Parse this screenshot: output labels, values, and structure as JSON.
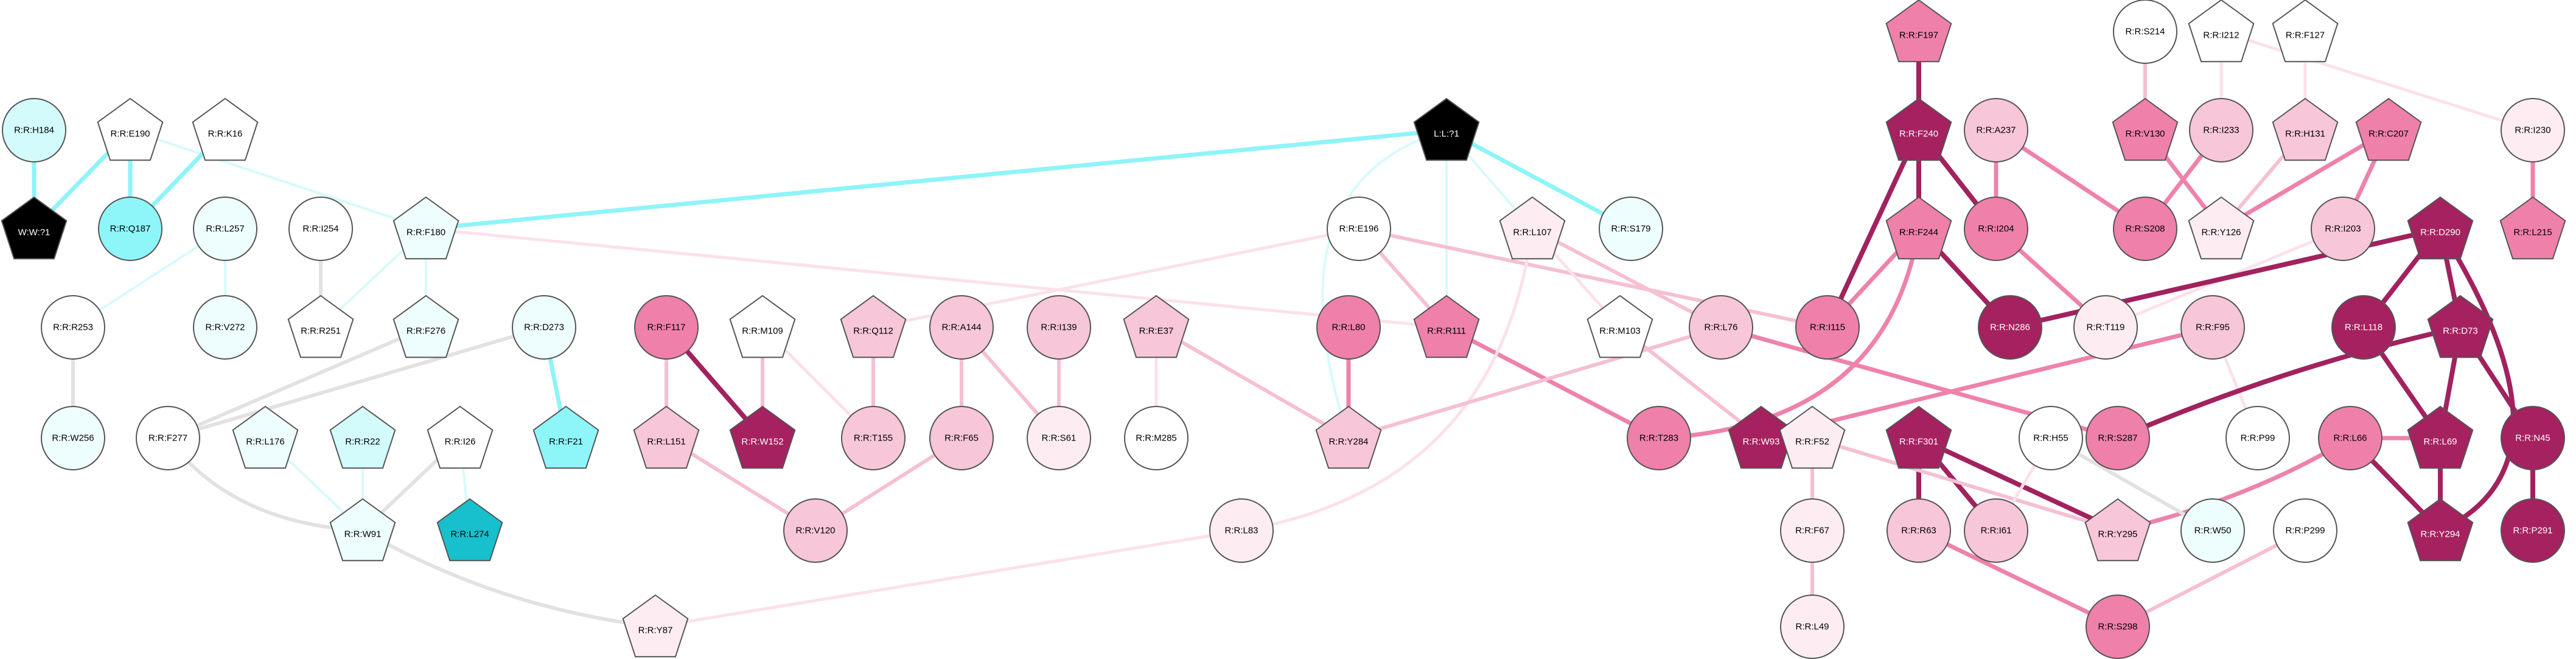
{
  "colors": {
    "black": "#000000",
    "white": "#ffffff",
    "cyan_dark": "#17c0cc",
    "cyan_mid": "#8ef6f9",
    "cyan_light": "#d3fbfc",
    "cyan_pale": "#eefdfd",
    "pink_pale": "#fdedf2",
    "pink_light": "#f8c6d9",
    "pink_mid": "#ef80aa",
    "magenta_dark": "#a5215f",
    "edge_gray": "#e2e2e2",
    "edge_cyan": "#8ef4f8",
    "edge_cyan_light": "#d7fafb",
    "edge_pink_pale": "#fce1ea",
    "edge_pink_light": "#f6bfd2",
    "edge_pink_mid": "#ee82ab",
    "edge_magenta": "#a1225e"
  },
  "nodes": [
    {
      "id": "R:R:F197",
      "shape": "pentagon",
      "color": "pink_mid"
    },
    {
      "id": "R:R:S214",
      "shape": "circle",
      "color": "white"
    },
    {
      "id": "R:R:I212",
      "shape": "pentagon",
      "color": "white"
    },
    {
      "id": "R:R:F127",
      "shape": "pentagon",
      "color": "white"
    },
    {
      "id": "R:R:F240",
      "shape": "pentagon",
      "color": "magenta_dark"
    },
    {
      "id": "R:R:A237",
      "shape": "circle",
      "color": "pink_light"
    },
    {
      "id": "R:R:V130",
      "shape": "pentagon",
      "color": "pink_mid"
    },
    {
      "id": "R:R:I233",
      "shape": "circle",
      "color": "pink_light"
    },
    {
      "id": "R:R:H131",
      "shape": "pentagon",
      "color": "pink_light"
    },
    {
      "id": "R:R:C207",
      "shape": "pentagon",
      "color": "pink_mid"
    },
    {
      "id": "R:R:I230",
      "shape": "circle",
      "color": "pink_pale"
    },
    {
      "id": "L:L:?1",
      "shape": "pentagon",
      "color": "black"
    },
    {
      "id": "R:R:H184",
      "shape": "circle",
      "color": "cyan_light"
    },
    {
      "id": "R:R:E190",
      "shape": "pentagon",
      "color": "white"
    },
    {
      "id": "R:R:K16",
      "shape": "pentagon",
      "color": "white"
    },
    {
      "id": "W:W:?1",
      "shape": "pentagon",
      "color": "black"
    },
    {
      "id": "R:R:Q187",
      "shape": "circle",
      "color": "cyan_mid"
    },
    {
      "id": "R:R:L257",
      "shape": "circle",
      "color": "cyan_pale"
    },
    {
      "id": "R:R:I254",
      "shape": "circle",
      "color": "white"
    },
    {
      "id": "R:R:F180",
      "shape": "pentagon",
      "color": "cyan_pale"
    },
    {
      "id": "R:R:L107",
      "shape": "pentagon",
      "color": "pink_pale"
    },
    {
      "id": "R:R:S179",
      "shape": "circle",
      "color": "cyan_pale"
    },
    {
      "id": "R:R:F244",
      "shape": "pentagon",
      "color": "pink_mid"
    },
    {
      "id": "R:R:I204",
      "shape": "circle",
      "color": "pink_mid"
    },
    {
      "id": "R:R:S208",
      "shape": "circle",
      "color": "pink_mid"
    },
    {
      "id": "R:R:Y126",
      "shape": "pentagon",
      "color": "pink_pale"
    },
    {
      "id": "R:R:I203",
      "shape": "circle",
      "color": "pink_light"
    },
    {
      "id": "R:R:D290",
      "shape": "pentagon",
      "color": "magenta_dark"
    },
    {
      "id": "R:R:L215",
      "shape": "pentagon",
      "color": "pink_mid"
    },
    {
      "id": "R:R:E196",
      "shape": "circle",
      "color": "white"
    },
    {
      "id": "R:R:R253",
      "shape": "circle",
      "color": "white"
    },
    {
      "id": "R:R:V272",
      "shape": "circle",
      "color": "cyan_pale"
    },
    {
      "id": "R:R:R251",
      "shape": "pentagon",
      "color": "white"
    },
    {
      "id": "R:R:F276",
      "shape": "pentagon",
      "color": "cyan_pale"
    },
    {
      "id": "R:R:D273",
      "shape": "circle",
      "color": "cyan_pale"
    },
    {
      "id": "R:R:F117",
      "shape": "circle",
      "color": "pink_mid"
    },
    {
      "id": "R:R:M109",
      "shape": "pentagon",
      "color": "white"
    },
    {
      "id": "R:R:Q112",
      "shape": "pentagon",
      "color": "pink_light"
    },
    {
      "id": "R:R:A144",
      "shape": "circle",
      "color": "pink_light"
    },
    {
      "id": "R:R:I139",
      "shape": "circle",
      "color": "pink_light"
    },
    {
      "id": "R:R:E37",
      "shape": "pentagon",
      "color": "pink_light"
    },
    {
      "id": "R:R:L80",
      "shape": "circle",
      "color": "pink_mid"
    },
    {
      "id": "R:R:R111",
      "shape": "pentagon",
      "color": "pink_mid"
    },
    {
      "id": "R:R:M103",
      "shape": "pentagon",
      "color": "white"
    },
    {
      "id": "R:R:L76",
      "shape": "circle",
      "color": "pink_light"
    },
    {
      "id": "R:R:I115",
      "shape": "circle",
      "color": "pink_mid"
    },
    {
      "id": "R:R:N286",
      "shape": "circle",
      "color": "magenta_dark"
    },
    {
      "id": "R:R:T119",
      "shape": "circle",
      "color": "pink_pale"
    },
    {
      "id": "R:R:F95",
      "shape": "circle",
      "color": "pink_light"
    },
    {
      "id": "R:R:L118",
      "shape": "circle",
      "color": "magenta_dark"
    },
    {
      "id": "R:R:D73",
      "shape": "pentagon",
      "color": "magenta_dark"
    },
    {
      "id": "R:R:W256",
      "shape": "circle",
      "color": "cyan_pale"
    },
    {
      "id": "R:R:F277",
      "shape": "circle",
      "color": "white"
    },
    {
      "id": "R:R:L176",
      "shape": "pentagon",
      "color": "cyan_pale"
    },
    {
      "id": "R:R:R22",
      "shape": "pentagon",
      "color": "cyan_light"
    },
    {
      "id": "R:R:I26",
      "shape": "pentagon",
      "color": "white"
    },
    {
      "id": "R:R:F21",
      "shape": "pentagon",
      "color": "cyan_mid"
    },
    {
      "id": "R:R:L151",
      "shape": "pentagon",
      "color": "pink_light"
    },
    {
      "id": "R:R:W152",
      "shape": "pentagon",
      "color": "magenta_dark"
    },
    {
      "id": "R:R:T155",
      "shape": "circle",
      "color": "pink_light"
    },
    {
      "id": "R:R:F65",
      "shape": "circle",
      "color": "pink_light"
    },
    {
      "id": "R:R:S61",
      "shape": "circle",
      "color": "pink_pale"
    },
    {
      "id": "R:R:M285",
      "shape": "circle",
      "color": "white"
    },
    {
      "id": "R:R:Y284",
      "shape": "pentagon",
      "color": "pink_light"
    },
    {
      "id": "R:R:T283",
      "shape": "circle",
      "color": "pink_mid"
    },
    {
      "id": "R:R:W93",
      "shape": "pentagon",
      "color": "magenta_dark"
    },
    {
      "id": "R:R:S287",
      "shape": "circle",
      "color": "pink_mid"
    },
    {
      "id": "R:R:F52",
      "shape": "pentagon",
      "color": "pink_pale"
    },
    {
      "id": "R:R:F301",
      "shape": "pentagon",
      "color": "magenta_dark"
    },
    {
      "id": "R:R:H55",
      "shape": "circle",
      "color": "white"
    },
    {
      "id": "R:R:P99",
      "shape": "circle",
      "color": "white"
    },
    {
      "id": "R:R:L66",
      "shape": "circle",
      "color": "pink_mid"
    },
    {
      "id": "R:R:L69",
      "shape": "pentagon",
      "color": "magenta_dark"
    },
    {
      "id": "R:R:N45",
      "shape": "circle",
      "color": "magenta_dark"
    },
    {
      "id": "R:R:W91",
      "shape": "pentagon",
      "color": "cyan_pale"
    },
    {
      "id": "R:R:L274",
      "shape": "pentagon",
      "color": "cyan_dark"
    },
    {
      "id": "R:R:V120",
      "shape": "circle",
      "color": "pink_light"
    },
    {
      "id": "R:R:L83",
      "shape": "circle",
      "color": "pink_pale"
    },
    {
      "id": "R:R:F67",
      "shape": "circle",
      "color": "pink_pale"
    },
    {
      "id": "R:R:R63",
      "shape": "circle",
      "color": "pink_light"
    },
    {
      "id": "R:R:I61",
      "shape": "circle",
      "color": "pink_light"
    },
    {
      "id": "R:R:Y295",
      "shape": "pentagon",
      "color": "pink_light"
    },
    {
      "id": "R:R:W50",
      "shape": "circle",
      "color": "cyan_pale"
    },
    {
      "id": "R:R:P299",
      "shape": "circle",
      "color": "white"
    },
    {
      "id": "R:R:Y294",
      "shape": "pentagon",
      "color": "magenta_dark"
    },
    {
      "id": "R:R:P291",
      "shape": "circle",
      "color": "magenta_dark"
    },
    {
      "id": "R:R:Y87",
      "shape": "pentagon",
      "color": "pink_pale"
    },
    {
      "id": "R:R:L49",
      "shape": "circle",
      "color": "pink_pale"
    },
    {
      "id": "R:R:S298",
      "shape": "circle",
      "color": "pink_mid"
    }
  ],
  "edges": [
    {
      "source": "R:R:H184",
      "target": "W:W:?1",
      "color": "edge_cyan"
    },
    {
      "source": "R:R:E190",
      "target": "W:W:?1",
      "color": "edge_cyan"
    },
    {
      "source": "R:R:E190",
      "target": "R:R:Q187",
      "color": "edge_cyan"
    },
    {
      "source": "R:R:E190",
      "target": "R:R:F180",
      "color": "edge_cyan_light"
    },
    {
      "source": "R:R:K16",
      "target": "R:R:Q187",
      "color": "edge_cyan"
    },
    {
      "source": "L:L:?1",
      "target": "R:R:F180",
      "color": "edge_cyan"
    },
    {
      "source": "L:L:?1",
      "target": "R:R:S179",
      "color": "edge_cyan"
    },
    {
      "source": "L:L:?1",
      "target": "R:R:L107",
      "color": "edge_cyan_light"
    },
    {
      "source": "L:L:?1",
      "target": "R:R:R111",
      "color": "edge_cyan_light"
    },
    {
      "source": "L:L:?1",
      "target": "R:R:Y284",
      "color": "edge_cyan_light"
    },
    {
      "source": "R:R:L257",
      "target": "R:R:V272",
      "color": "edge_cyan_light"
    },
    {
      "source": "R:R:L257",
      "target": "R:R:R253",
      "color": "edge_cyan_light"
    },
    {
      "source": "R:R:I254",
      "target": "R:R:R251",
      "color": "edge_gray"
    },
    {
      "source": "R:R:F180",
      "target": "R:R:F276",
      "color": "edge_cyan_light"
    },
    {
      "source": "R:R:F180",
      "target": "R:R:R251",
      "color": "edge_cyan_light"
    },
    {
      "source": "R:R:F180",
      "target": "R:R:R111",
      "color": "edge_pink_pale"
    },
    {
      "source": "R:R:R253",
      "target": "R:R:W256",
      "color": "edge_gray"
    },
    {
      "source": "R:R:F276",
      "target": "R:R:F277",
      "color": "edge_gray"
    },
    {
      "source": "R:R:D273",
      "target": "R:R:F277",
      "color": "edge_gray"
    },
    {
      "source": "R:R:D273",
      "target": "R:R:F21",
      "color": "edge_cyan"
    },
    {
      "source": "R:R:F277",
      "target": "R:R:W91",
      "color": "edge_gray"
    },
    {
      "source": "R:R:L176",
      "target": "R:R:W91",
      "color": "edge_cyan_light"
    },
    {
      "source": "R:R:R22",
      "target": "R:R:W91",
      "color": "edge_cyan_light"
    },
    {
      "source": "R:R:I26",
      "target": "R:R:W91",
      "color": "edge_gray"
    },
    {
      "source": "R:R:I26",
      "target": "R:R:L274",
      "color": "edge_cyan_light"
    },
    {
      "source": "R:R:W91",
      "target": "R:R:Y87",
      "color": "edge_gray"
    },
    {
      "source": "R:R:F117",
      "target": "R:R:L151",
      "color": "edge_pink_light"
    },
    {
      "source": "R:R:F117",
      "target": "R:R:W152",
      "color": "edge_magenta"
    },
    {
      "source": "R:R:M109",
      "target": "R:R:W152",
      "color": "edge_pink_light"
    },
    {
      "source": "R:R:M109",
      "target": "R:R:T155",
      "color": "edge_pink_pale"
    },
    {
      "source": "R:R:Q112",
      "target": "R:R:T155",
      "color": "edge_pink_light"
    },
    {
      "source": "R:R:A144",
      "target": "R:R:F65",
      "color": "edge_pink_light"
    },
    {
      "source": "R:R:A144",
      "target": "R:R:S61",
      "color": "edge_pink_light"
    },
    {
      "source": "R:R:I139",
      "target": "R:R:S61",
      "color": "edge_pink_light"
    },
    {
      "source": "R:R:L151",
      "target": "R:R:V120",
      "color": "edge_pink_light"
    },
    {
      "source": "R:R:F65",
      "target": "R:R:V120",
      "color": "edge_pink_light"
    },
    {
      "source": "R:R:E37",
      "target": "R:R:M285",
      "color": "edge_pink_pale"
    },
    {
      "source": "R:R:E37",
      "target": "R:R:Y284",
      "color": "edge_pink_light"
    },
    {
      "source": "R:R:L80",
      "target": "R:R:Y284",
      "color": "edge_pink_mid"
    },
    {
      "source": "R:R:E196",
      "target": "R:R:R111",
      "color": "edge_pink_light"
    },
    {
      "source": "R:R:E196",
      "target": "R:R:Q112",
      "color": "edge_pink_pale"
    },
    {
      "source": "R:R:E196",
      "target": "R:R:I115",
      "color": "edge_pink_light"
    },
    {
      "source": "R:R:R111",
      "target": "R:R:T283",
      "color": "edge_pink_mid"
    },
    {
      "source": "R:R:L107",
      "target": "R:R:M103",
      "color": "edge_pink_pale"
    },
    {
      "source": "R:R:L107",
      "target": "R:R:L76",
      "color": "edge_pink_light"
    },
    {
      "source": "R:R:L107",
      "target": "R:R:L83",
      "color": "edge_pink_pale"
    },
    {
      "source": "R:R:M103",
      "target": "R:R:W93",
      "color": "edge_pink_light"
    },
    {
      "source": "R:R:L76",
      "target": "R:R:Y284",
      "color": "edge_pink_light"
    },
    {
      "source": "R:R:L76",
      "target": "R:R:S287",
      "color": "edge_pink_mid"
    },
    {
      "source": "R:R:L83",
      "target": "R:R:Y87",
      "color": "edge_pink_pale"
    },
    {
      "source": "R:R:F197",
      "target": "R:R:F240",
      "color": "edge_magenta"
    },
    {
      "source": "R:R:F240",
      "target": "R:R:F244",
      "color": "edge_magenta"
    },
    {
      "source": "R:R:F240",
      "target": "R:R:I204",
      "color": "edge_magenta"
    },
    {
      "source": "R:R:F240",
      "target": "R:R:I115",
      "color": "edge_magenta"
    },
    {
      "source": "R:R:A237",
      "target": "R:R:I204",
      "color": "edge_pink_mid"
    },
    {
      "source": "R:R:A237",
      "target": "R:R:S208",
      "color": "edge_pink_mid"
    },
    {
      "source": "R:R:S214",
      "target": "R:R:V130",
      "color": "edge_pink_light"
    },
    {
      "source": "R:R:V130",
      "target": "R:R:Y126",
      "color": "edge_pink_mid"
    },
    {
      "source": "R:R:I233",
      "target": "R:R:S208",
      "color": "edge_pink_mid"
    },
    {
      "source": "R:R:I212",
      "target": "R:R:I233",
      "color": "edge_pink_pale"
    },
    {
      "source": "R:R:I212",
      "target": "R:R:I230",
      "color": "edge_pink_pale"
    },
    {
      "source": "R:R:F127",
      "target": "R:R:H131",
      "color": "edge_pink_pale"
    },
    {
      "source": "R:R:H131",
      "target": "R:R:Y126",
      "color": "edge_pink_light"
    },
    {
      "source": "R:R:C207",
      "target": "R:R:Y126",
      "color": "edge_pink_mid"
    },
    {
      "source": "R:R:C207",
      "target": "R:R:I203",
      "color": "edge_pink_mid"
    },
    {
      "source": "R:R:I230",
      "target": "R:R:L215",
      "color": "edge_pink_mid"
    },
    {
      "source": "R:R:F244",
      "target": "R:R:I115",
      "color": "edge_pink_mid"
    },
    {
      "source": "R:R:F244",
      "target": "R:R:N286",
      "color": "edge_magenta"
    },
    {
      "source": "R:R:F244",
      "target": "R:R:T283",
      "color": "edge_pink_mid"
    },
    {
      "source": "R:R:I204",
      "target": "R:R:T119",
      "color": "edge_pink_mid"
    },
    {
      "source": "R:R:I203",
      "target": "R:R:T119",
      "color": "edge_pink_pale"
    },
    {
      "source": "R:R:D290",
      "target": "R:R:N286",
      "color": "edge_magenta"
    },
    {
      "source": "R:R:D290",
      "target": "R:R:L118",
      "color": "edge_magenta"
    },
    {
      "source": "R:R:D290",
      "target": "R:R:D73",
      "color": "edge_magenta"
    },
    {
      "source": "R:R:D290",
      "target": "R:R:Y294",
      "color": "edge_magenta"
    },
    {
      "source": "R:R:F95",
      "target": "R:R:W93",
      "color": "edge_pink_mid"
    },
    {
      "source": "R:R:F95",
      "target": "R:R:P99",
      "color": "edge_pink_pale"
    },
    {
      "source": "R:R:D73",
      "target": "R:R:L69",
      "color": "edge_magenta"
    },
    {
      "source": "R:R:D73",
      "target": "R:R:N45",
      "color": "edge_magenta"
    },
    {
      "source": "R:R:D73",
      "target": "R:R:S287",
      "color": "edge_magenta"
    },
    {
      "source": "R:R:L118",
      "target": "R:R:L69",
      "color": "edge_magenta"
    },
    {
      "source": "R:R:L66",
      "target": "R:R:L69",
      "color": "edge_pink_mid"
    },
    {
      "source": "R:R:L66",
      "target": "R:R:Y295",
      "color": "edge_pink_mid"
    },
    {
      "source": "R:R:L69",
      "target": "R:R:Y294",
      "color": "edge_magenta"
    },
    {
      "source": "R:R:N45",
      "target": "R:R:P291",
      "color": "edge_magenta"
    },
    {
      "source": "R:R:F301",
      "target": "R:R:R63",
      "color": "edge_magenta"
    },
    {
      "source": "R:R:F301",
      "target": "R:R:I61",
      "color": "edge_magenta"
    },
    {
      "source": "R:R:F301",
      "target": "R:R:Y295",
      "color": "edge_magenta"
    },
    {
      "source": "R:R:F52",
      "target": "R:R:F67",
      "color": "edge_pink_light"
    },
    {
      "source": "R:R:F52",
      "target": "R:R:Y295",
      "color": "edge_pink_light"
    },
    {
      "source": "R:R:F67",
      "target": "R:R:L49",
      "color": "edge_pink_light"
    },
    {
      "source": "R:R:H55",
      "target": "R:R:I61",
      "color": "edge_pink_pale"
    },
    {
      "source": "R:R:H55",
      "target": "R:R:W50",
      "color": "edge_gray"
    },
    {
      "source": "R:R:R63",
      "target": "R:R:S298",
      "color": "edge_pink_mid"
    },
    {
      "source": "R:R:P299",
      "target": "R:R:S298",
      "color": "edge_pink_light"
    },
    {
      "source": "R:R:L66",
      "target": "R:R:Y294",
      "color": "edge_magenta"
    }
  ]
}
